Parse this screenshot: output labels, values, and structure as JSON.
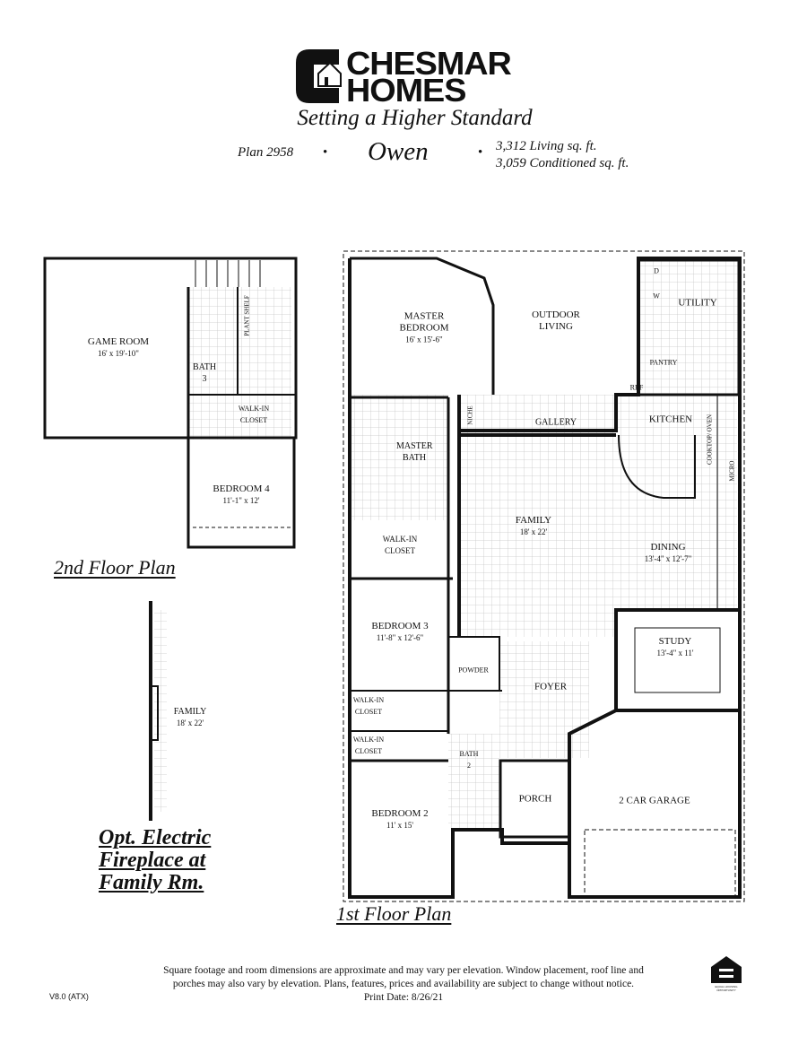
{
  "header": {
    "brand_line1": "CHESMAR",
    "brand_line2": "HOMES",
    "tagline": "Setting a Higher Standard",
    "plan_number": "Plan 2958",
    "bullet": "•",
    "plan_name": "Owen",
    "living_sqft": "3,312 Living sq. ft.",
    "conditioned_sqft": "3,059 Conditioned sq. ft."
  },
  "second_floor": {
    "title": "2nd Floor Plan",
    "rooms": [
      {
        "name": "GAME ROOM",
        "dim": "16' x 19'-10\""
      },
      {
        "name": "PLANT SHELF"
      },
      {
        "name": "BATH",
        "sub": "3"
      },
      {
        "name": "WALK-IN CLOSET"
      },
      {
        "name": "BEDROOM 4",
        "dim": "11'-1\" x 12'"
      }
    ]
  },
  "fireplace_option": {
    "room": "FAMILY",
    "dim": "18' x 22'",
    "lines": [
      "Opt. Electric",
      "Fireplace at",
      "Family Rm."
    ]
  },
  "first_floor": {
    "title": "1st Floor Plan",
    "rooms": [
      {
        "name": "MASTER BEDROOM",
        "dim": "16' x 15'-6\""
      },
      {
        "name": "OUTDOOR LIVING"
      },
      {
        "name": "UTILITY"
      },
      {
        "name": "PANTRY"
      },
      {
        "name": "REF"
      },
      {
        "name": "NICHE"
      },
      {
        "name": "GALLERY"
      },
      {
        "name": "KITCHEN"
      },
      {
        "name": "COOKTOP/ OVEN"
      },
      {
        "name": "MICRO"
      },
      {
        "name": "MASTER BATH"
      },
      {
        "name": "FAMILY",
        "dim": "18' x 22'"
      },
      {
        "name": "DINING",
        "dim": "13'-4\" x 12'-7\""
      },
      {
        "name": "WALK-IN CLOSET"
      },
      {
        "name": "BEDROOM 3",
        "dim": "11'-8\" x 12'-6\""
      },
      {
        "name": "STUDY",
        "dim": "13'-4\" x 11'"
      },
      {
        "name": "POWDER"
      },
      {
        "name": "FOYER"
      },
      {
        "name": "WALK-IN CLOSET"
      },
      {
        "name": "WALK-IN CLOSET"
      },
      {
        "name": "BATH",
        "sub": "2"
      },
      {
        "name": "PORCH"
      },
      {
        "name": "2 CAR GARAGE"
      },
      {
        "name": "BEDROOM 2",
        "dim": "11' x 15'"
      },
      {
        "name": "W"
      },
      {
        "name": "D"
      }
    ]
  },
  "footer": {
    "disclaimer_line1": "Square footage and room dimensions are approximate and may vary per elevation. Window placement, roof line and",
    "disclaimer_line2": "porches may also vary by elevation. Plans, features, prices and availability are subject to change without notice.",
    "print_date": "Print Date: 8/26/21",
    "version": "V8.0  (ATX)",
    "eho_text": "EQUAL HOUSING OPPORTUNITY"
  },
  "colors": {
    "ink": "#111111",
    "grid": "#c8c8c8"
  }
}
